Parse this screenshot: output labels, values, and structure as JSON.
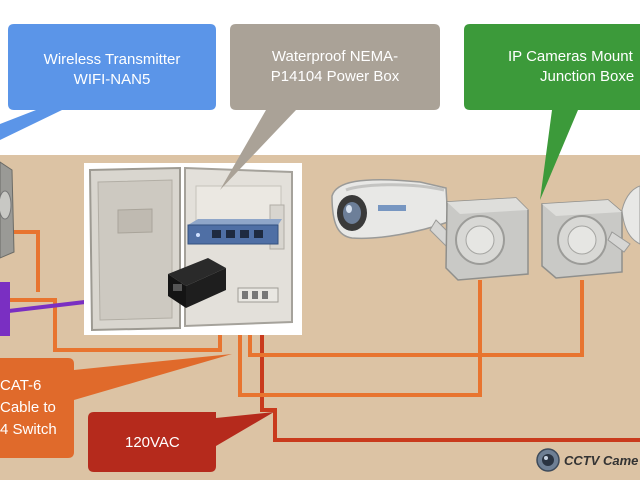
{
  "callouts": {
    "wireless": {
      "line1": "Wireless Transmitter",
      "line2": "WIFI-NAN5"
    },
    "powerbox": {
      "line1": "Waterproof NEMA-",
      "line2": "P14104 Power Box"
    },
    "cameras": {
      "line1": "IP Cameras Mount",
      "line2": "Junction Boxe"
    },
    "cat6": {
      "line1": "CAT-6",
      "line2": "Cable to",
      "line3": "4 Switch"
    },
    "ac": {
      "label": "120VAC"
    }
  },
  "logo": {
    "text": "CCTV Came"
  },
  "colors": {
    "background_panel": "#dcc3a4",
    "wireless": "#5b95e8",
    "powerbox": "#aaa297",
    "cameras": "#3c9a3a",
    "cat6": "#e06a2b",
    "ac": "#b52a1c",
    "cable_orange": "#e8742f",
    "cable_red": "#c93a1c",
    "cable_purple": "#7a2fc2"
  }
}
